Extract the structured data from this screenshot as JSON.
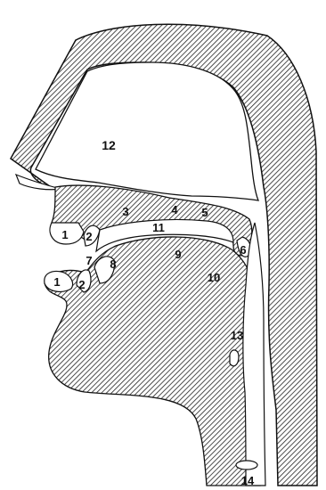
{
  "labels": {
    "upper_lip": "1",
    "upper_teeth": "2",
    "alveolar_ridge": "3",
    "hard_palate_a": "4",
    "hard_palate_b": "5",
    "uvula": "6",
    "lower_teeth_gap": "7",
    "tongue_tip": "8",
    "tongue_dorsum": "9",
    "tongue_root": "10",
    "oral_cavity": "11",
    "nasal_cavity": "12",
    "epiglottis": "13",
    "larynx": "14",
    "lower_lip": "1",
    "lower_teeth": "2"
  }
}
